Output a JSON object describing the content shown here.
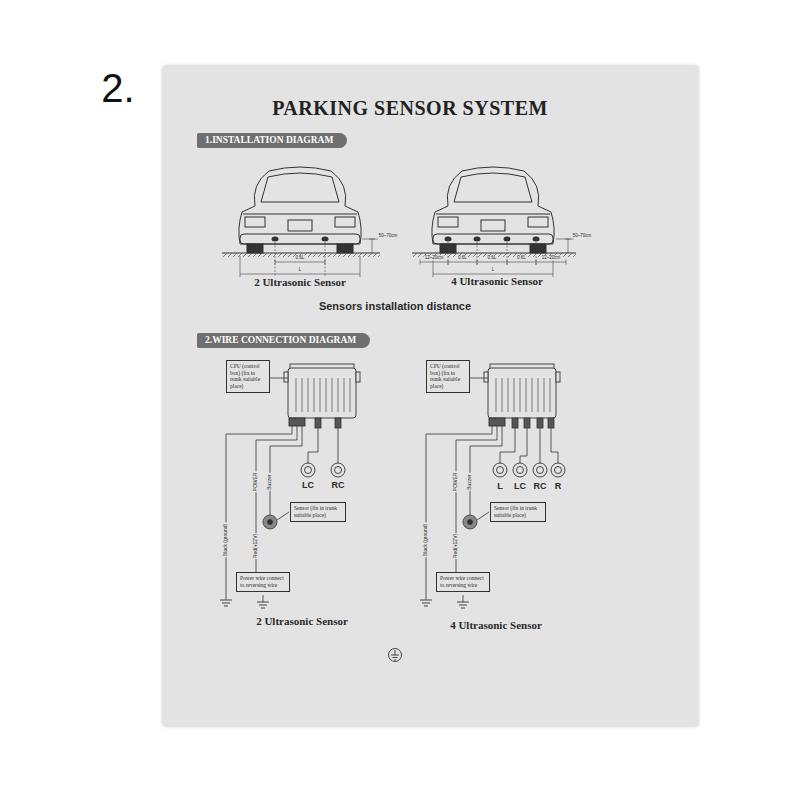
{
  "diagram": {
    "title": "PARKING SENSOR SYSTEM",
    "nodes": [
      {
        "text": [
          "1.INSTALLATION DIAGRAM"
        ]
      },
      {
        "text": [
          "2.WIRE CONNECTION DIAGRAM"
        ]
      },
      {
        "text": [
          "CPU (control box) (fix in trunk suitable place)"
        ]
      },
      {
        "text": [
          "CPU (control box) (fix in trunk suitable place)"
        ]
      },
      {
        "text": [
          "Sensor (fix in trunk suitable place)"
        ]
      },
      {
        "text": [
          "Sensor (fix in trunk suitable place)"
        ]
      },
      {
        "text": [
          "Power wire connect to reversing wire"
        ]
      },
      {
        "text": [
          "Power wire connect to reversing wire"
        ]
      }
    ],
    "labels": [
      "2.",
      "50~70cm",
      "0.6L",
      "L",
      "50~70cm",
      "12~20cm",
      "0.6L",
      "0.6L",
      "0.6L",
      "12~20cm",
      "L",
      "2 Ultrasonic Sensor",
      "4 Ultrasonic Sensor",
      "Sensors installation distance",
      "LC",
      "RC",
      "POWER",
      "Buzzer",
      "Red(+12V)",
      "Black (ground)",
      "2 Ultrasonic Sensor",
      "L",
      "LC",
      "RC",
      "R",
      "POWER",
      "Buzzer",
      "Red(+12V)",
      "Black (ground)",
      "4 Ultrasonic Sensor"
    ]
  }
}
